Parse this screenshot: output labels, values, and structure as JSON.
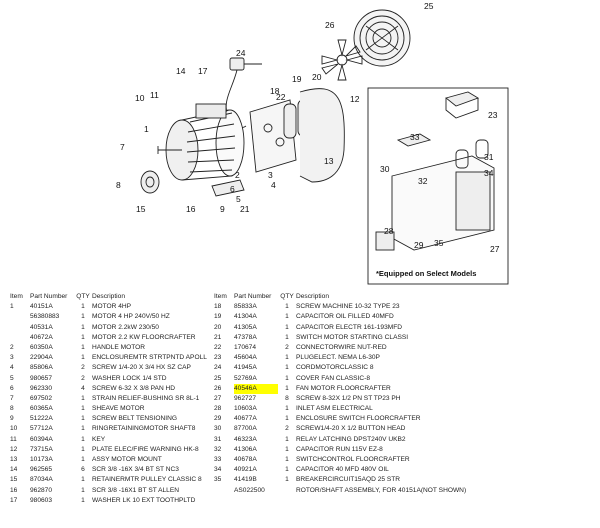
{
  "diagram": {
    "callouts": [
      "25",
      "26",
      "24",
      "14",
      "17",
      "18",
      "19",
      "20",
      "22",
      "10",
      "11",
      "12",
      "1",
      "2",
      "3",
      "4",
      "5",
      "6",
      "7",
      "8",
      "15",
      "16",
      "9",
      "13",
      "21",
      "23",
      "33",
      "32",
      "30",
      "28",
      "29",
      "31",
      "34",
      "35",
      "27"
    ],
    "footnote": "*Equipped on Select Models"
  },
  "table": {
    "headers": {
      "item": "Item",
      "part": "Part Number",
      "qty": "QTY",
      "desc": "Description"
    },
    "left_rows": [
      {
        "item": "1",
        "part": "40151A",
        "qty": "1",
        "desc": "MOTOR 4HP"
      },
      {
        "item": "",
        "part": "56380883",
        "qty": "1",
        "desc": "MOTOR 4 HP 240V/50 HZ"
      },
      {
        "item": "",
        "part": "40531A",
        "qty": "1",
        "desc": "MOTOR 2.2kW 230/50"
      },
      {
        "item": "",
        "part": "40672A",
        "qty": "1",
        "desc": "MOTOR 2.2 KW FLOORCRAFTER"
      },
      {
        "item": "2",
        "part": "60350A",
        "qty": "1",
        "desc": "HANDLE MOTOR"
      },
      {
        "item": "3",
        "part": "22904A",
        "qty": "1",
        "desc": "ENCLOSUREMTR STRTPNTD APOLL"
      },
      {
        "item": "4",
        "part": "85806A",
        "qty": "2",
        "desc": "SCREW 1/4-20 X 3/4 HX SZ CAP"
      },
      {
        "item": "5",
        "part": "980657",
        "qty": "2",
        "desc": "WASHER LOCK 1/4 STD"
      },
      {
        "item": "6",
        "part": "962330",
        "qty": "4",
        "desc": "SCREW 6-32 X 3/8 PAN HD"
      },
      {
        "item": "7",
        "part": "697502",
        "qty": "1",
        "desc": "STRAIN RELIEF-BUSHING SR 8L-1"
      },
      {
        "item": "8",
        "part": "60365A",
        "qty": "1",
        "desc": "SHEAVE MOTOR"
      },
      {
        "item": "9",
        "part": "51222A",
        "qty": "1",
        "desc": "SCREW BELT TENSIONING"
      },
      {
        "item": "10",
        "part": "57712A",
        "qty": "1",
        "desc": "RINGRETAININGMOTOR SHAFT8"
      },
      {
        "item": "11",
        "part": "60394A",
        "qty": "1",
        "desc": "KEY"
      },
      {
        "item": "12",
        "part": "73715A",
        "qty": "1",
        "desc": "PLATE ELEC/FIRE WARNING HK-8"
      },
      {
        "item": "13",
        "part": "10173A",
        "qty": "1",
        "desc": "ASSY MOTOR MOUNT"
      },
      {
        "item": "14",
        "part": "962565",
        "qty": "6",
        "desc": "SCR 3/8 -16X 3/4 BT ST NC3"
      },
      {
        "item": "15",
        "part": "87034A",
        "qty": "1",
        "desc": "RETAINERMTR PULLEY CLASSIC 8"
      },
      {
        "item": "16",
        "part": "962870",
        "qty": "1",
        "desc": "SCR 3/8 -16X1 BT ST ALLEN"
      },
      {
        "item": "17",
        "part": "980603",
        "qty": "1",
        "desc": "WASHER LK 10 EXT TOOTHPLTD"
      }
    ],
    "right_rows": [
      {
        "item": "18",
        "part": "85833A",
        "qty": "1",
        "desc": "SCREW MACHINE 10-32 TYPE 23"
      },
      {
        "item": "19",
        "part": "41304A",
        "qty": "1",
        "desc": "CAPACITOR OIL FILLED 40MFD"
      },
      {
        "item": "20",
        "part": "41305A",
        "qty": "1",
        "desc": "CAPACITOR ELECTR 161-193MFD"
      },
      {
        "item": "21",
        "part": "47378A",
        "qty": "1",
        "desc": "SWITCH MOTOR STARTING CLASSI"
      },
      {
        "item": "22",
        "part": "170674",
        "qty": "2",
        "desc": "CONNECTORWIRE NUT-RED"
      },
      {
        "item": "23",
        "part": "45604A",
        "qty": "1",
        "desc": "PLUGELECT. NEMA L6-30P"
      },
      {
        "item": "24",
        "part": "41945A",
        "qty": "1",
        "desc": "CORDMOTORCLASSIC 8"
      },
      {
        "item": "25",
        "part": "52769A",
        "qty": "1",
        "desc": "COVER FAN CLASSIC-8"
      },
      {
        "item": "26",
        "part": "40546A",
        "qty": "1",
        "desc": "FAN MOTOR FLOORCRAFTER"
      },
      {
        "item": "27",
        "part": "962727",
        "qty": "8",
        "desc": "SCREW 8-32X 1/2 PN ST TP23 PH"
      },
      {
        "item": "28",
        "part": "10603A",
        "qty": "1",
        "desc": "INLET ASM ELECTRICAL"
      },
      {
        "item": "29",
        "part": "40677A",
        "qty": "1",
        "desc": "ENCLOSURE SWITCH FLOORCRAFTER"
      },
      {
        "item": "30",
        "part": "87700A",
        "qty": "2",
        "desc": "SCREW1/4-20 X 1/2 BUTTON HEAD"
      },
      {
        "item": "31",
        "part": "46323A",
        "qty": "1",
        "desc": "RELAY LATCHING DPST240V UKB2"
      },
      {
        "item": "32",
        "part": "41306A",
        "qty": "1",
        "desc": "CAPACITOR RUN 115V EZ-8"
      },
      {
        "item": "33",
        "part": "40678A",
        "qty": "1",
        "desc": "SWITCHCONTROL FLOORCRAFTER"
      },
      {
        "item": "34",
        "part": "40921A",
        "qty": "1",
        "desc": "CAPACITOR 40 MFD 480V OIL"
      },
      {
        "item": "35",
        "part": "41419B",
        "qty": "1",
        "desc": "BREAKERCIRCUIT15AQD 25 STR"
      },
      {
        "item": "",
        "part": "AS022500",
        "qty": "",
        "desc": "ROTOR/SHAFT ASSEMBLY, FOR 40151A(NOT SHOWN)"
      }
    ],
    "highlight_color": "#ffff00"
  }
}
